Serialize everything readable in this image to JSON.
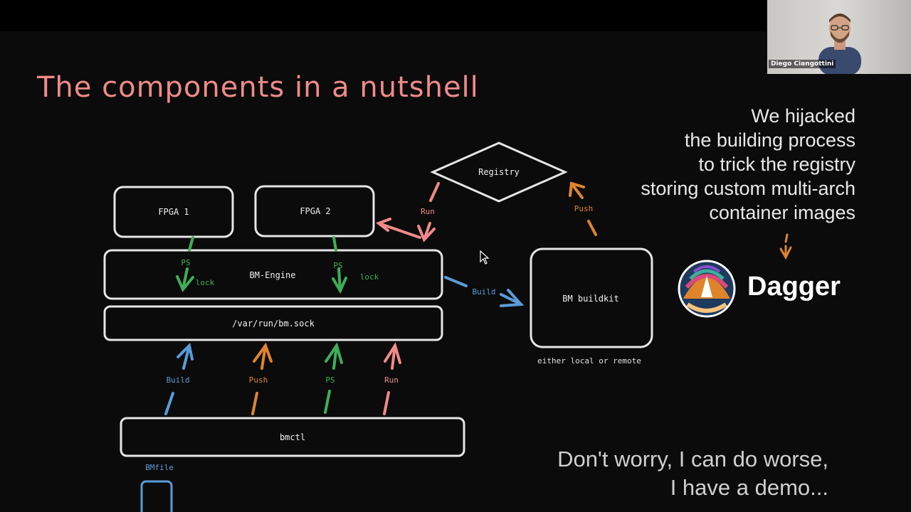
{
  "slide": {
    "title": "The components in a nutshell",
    "callout_lines": [
      "We hijacked",
      "the building process",
      "to trick the registry",
      "storing custom multi-arch",
      "container images"
    ],
    "footer_lines": [
      "Don't worry, I can do worse,",
      "I have a demo..."
    ]
  },
  "diagram": {
    "nodes": {
      "fpga1": "FPGA 1",
      "fpga2": "FPGA 2",
      "registry": "Registry",
      "engine": "BM-Engine",
      "sock": "/var/run/bm.sock",
      "buildkit": "BM buildkit",
      "bmctl": "bmctl",
      "bmfile": "BMfile",
      "buildkit_note": "either local or remote"
    },
    "edge_labels": {
      "ps1": "PS",
      "lock1": "lock",
      "ps2": "PS",
      "lock2": "lock",
      "run_registry": "Run",
      "push_registry": "Push",
      "build_buildkit": "Build",
      "cmd_build": "Build",
      "cmd_push": "Push",
      "cmd_ps": "PS",
      "cmd_run": "Run"
    },
    "colors": {
      "green": "#3fae5a",
      "blue": "#5b9bd8",
      "orange": "#e0842c",
      "pink": "#f08a8a",
      "box": "#e6e6e6"
    }
  },
  "logo": {
    "name": "Dagger"
  },
  "video": {
    "speaker_name": "Diego Ciangottini"
  }
}
